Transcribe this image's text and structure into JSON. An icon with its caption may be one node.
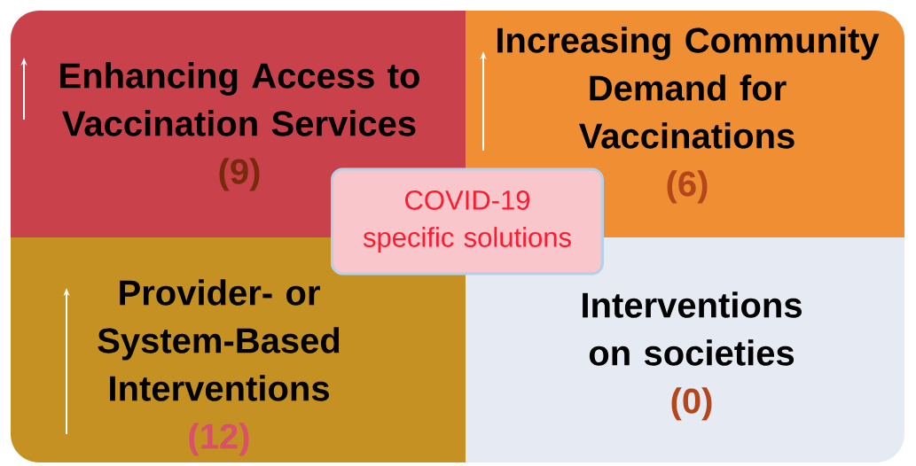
{
  "diagram": {
    "nodes": [
      {
        "text": [
          "Enhancing Access to Vaccination Services",
          "(9)"
        ]
      },
      {
        "text": [
          "Increasing Community Demand for Vaccinations",
          "(6)"
        ]
      },
      {
        "text": [
          "Provider- or System-Based Interventions",
          "(12)"
        ]
      },
      {
        "text": [
          "Interventions on societies",
          "(0)"
        ]
      },
      {
        "text": [
          "COVID-19 specific solutions"
        ]
      }
    ]
  }
}
